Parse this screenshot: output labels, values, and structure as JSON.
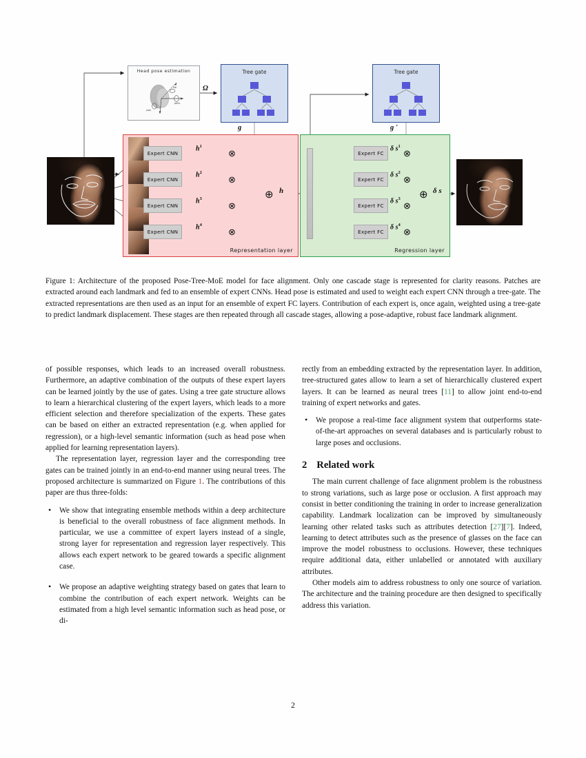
{
  "figure": {
    "headpose": {
      "title": "Head pose estimation",
      "axes": [
        "roll",
        "pitch",
        "yaw"
      ]
    },
    "tree_gate_left": {
      "title": "Tree gate",
      "output_label": "g"
    },
    "tree_gate_right": {
      "title": "Tree gate",
      "output_label": "g '"
    },
    "pose_arrow_label": "Ω",
    "representation_layer": {
      "caption": "Representation  layer",
      "experts": [
        "Expert CNN",
        "Expert CNN",
        "Expert CNN",
        "Expert CNN"
      ],
      "expert_outputs": [
        "h",
        "h",
        "h",
        "h"
      ],
      "expert_superscripts": [
        "1",
        "2",
        "3",
        "4"
      ],
      "sum_output": "h",
      "border_color": "#d94040",
      "fill_color": "#fbd5d6"
    },
    "regression_layer": {
      "caption": "Regression  layer",
      "experts": [
        "Expert FC",
        "Expert FC",
        "Expert FC",
        "Expert FC"
      ],
      "expert_outputs": [
        "δ s",
        "δ s",
        "δ s",
        "δ s"
      ],
      "expert_superscripts": [
        "1",
        "2",
        "3",
        "4"
      ],
      "sum_output": "δ s",
      "border_color": "#2f9e50",
      "fill_color": "#d8ecd2"
    },
    "operators": {
      "multiply": "⊗",
      "sum": "⊕"
    },
    "tree_gate_node_color": "#5757d8",
    "tree_gate_fill": "#d3dff0",
    "tree_gate_border": "#31508f"
  },
  "caption": {
    "label": "Figure 1:",
    "text": " Architecture of the proposed Pose-Tree-MoE model for face alignment. Only one cascade stage is represented for clarity reasons. Patches are extracted around each landmark and fed to an ensemble of expert CNNs. Head pose is estimated and used to weight each expert CNN through a tree-gate. The extracted representations are then used as an input for an ensemble of expert FC layers. Contribution of each expert is, once again, weighted using a tree-gate to predict landmark displacement. These stages are then repeated through all cascade stages, allowing a pose-adaptive, robust face landmark alignment."
  },
  "left_column": {
    "para1": "of possible responses, which leads to an increased overall robustness. Furthermore, an adaptive combination of the outputs of these expert layers can be learned jointly by the use of gates. Using a tree gate structure allows to learn a hierarchical clustering of the expert layers, which leads to a more efficient selection and therefore specialization of the experts. These gates can be based on either an extracted representation (e.g. when applied for regression), or a high-level semantic information (such as head pose when applied for learning representation layers).",
    "para2_a": "The representation layer, regression layer and the corresponding tree gates can be trained jointly in an end-to-end manner using neural trees. The proposed architecture is summarized on Figure ",
    "para2_ref": "1",
    "para2_b": ". The contributions of this paper are thus three-folds:",
    "bullet1": "We show that integrating ensemble methods within a deep architecture is beneficial to the overall robustness of face alignment methods. In particular, we use a committee of expert layers instead of a single, strong layer for representation and regression layer respectively. This allows each expert network to be geared towards a specific alignment case.",
    "bullet2": "We propose an adaptive weighting strategy based on gates that learn to combine the contribution of each expert network. Weights can be estimated from a high level semantic information such as head pose, or di-"
  },
  "right_column": {
    "para1_a": "rectly from an embedding extracted by the representation layer. In addition, tree-structured gates allow to learn a set of hierarchically clustered expert layers. It can be learned as neural trees [",
    "para1_ref": "11",
    "para1_b": "] to allow joint end-to-end training of expert networks and gates.",
    "bullet1": "We propose a real-time face alignment system that outperforms state-of-the-art approaches on several databases and is particularly robust to large poses and occlusions.",
    "section_number": "2",
    "section_title": "Related work",
    "para2_a": "The main current challenge of face alignment problem is the robustness to strong variations, such as large pose or occlusion. A first approach may consist in better conditioning the training in order to increase generalization capability. Landmark localization can be improved by simultaneously learning other related tasks such as attributes detection [",
    "para2_ref1": "27",
    "para2_mid": "][",
    "para2_ref2": "7",
    "para2_b": "]. Indeed, learning to detect attributes such as the presence of glasses on the face can improve the model robustness to occlusions. However, these techniques require additional data, either unlabelled or annotated with auxiliary attributes.",
    "para3": "Other models aim to address robustness to only one source of variation. The architecture and the training procedure are then designed to specifically address this variation."
  },
  "page_number": "2"
}
